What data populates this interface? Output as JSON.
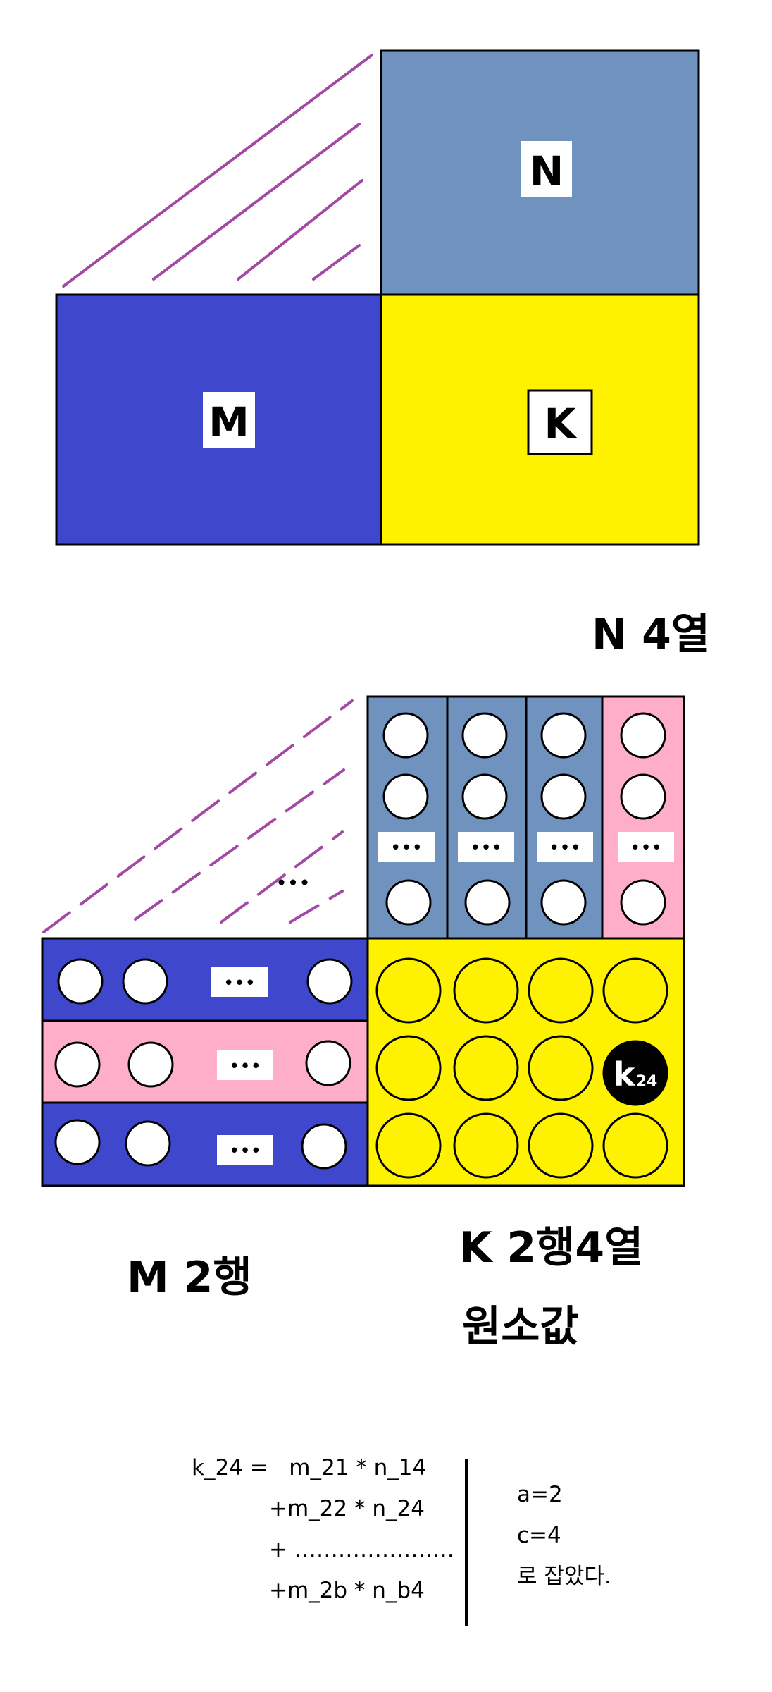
{
  "top": {
    "n_label": "N",
    "m_label": "M",
    "k_label": "K"
  },
  "bottom": {
    "n_caption": "N 4열",
    "m_caption": "M 2행",
    "k_caption_line1": "K 2행4열",
    "k_caption_line2": "원소값",
    "ellipsis": "•••",
    "k24_main": "k",
    "k24_sub": "24"
  },
  "formula": {
    "line1": "k_24 =   m_21 * n_14",
    "line2": "+m_22 * n_24",
    "line3": "+ ………………….",
    "line4": "+m_2b * n_b4",
    "note1": "a=2",
    "note2": "c=4",
    "note3": "로 잡았다."
  },
  "colors": {
    "n_blue": "#7092be",
    "m_blue": "#3f48cc",
    "k_yellow": "#fff200",
    "pink": "#ffaec9",
    "hatch": "#a349a4"
  }
}
